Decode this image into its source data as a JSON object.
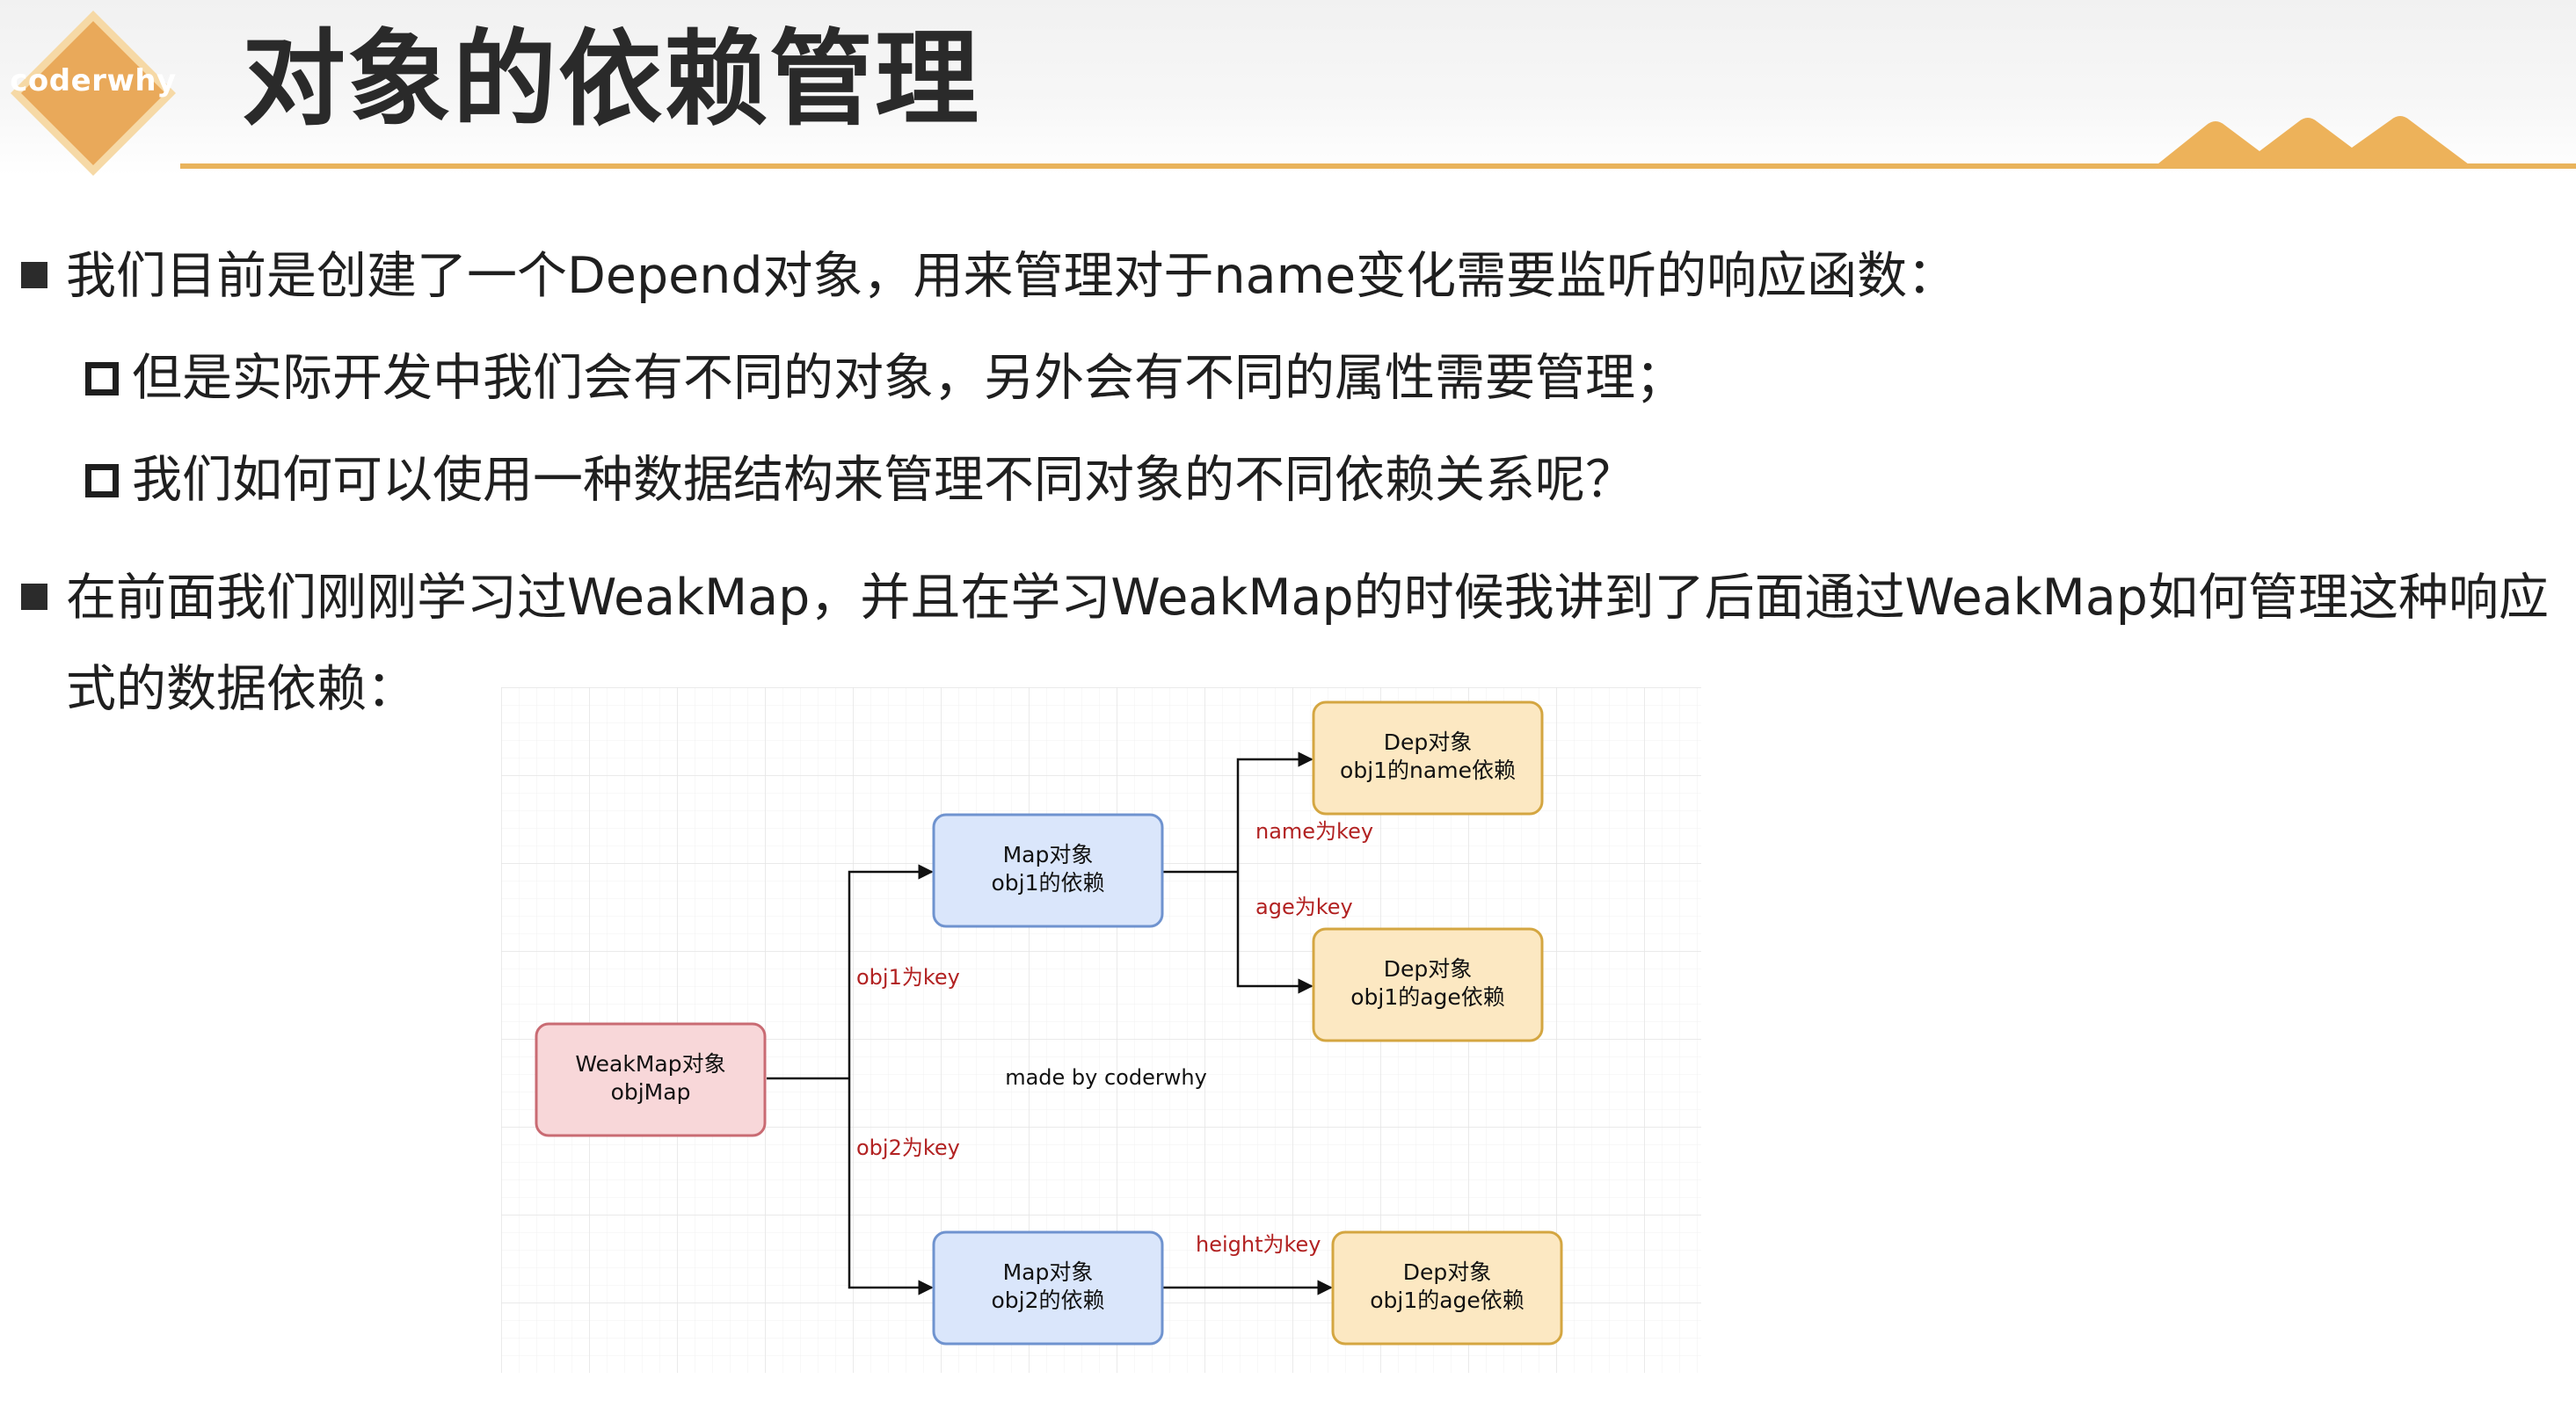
{
  "header": {
    "logo_text": "coderwhy",
    "title": "对象的依赖管理"
  },
  "bullets": [
    {
      "level": 1,
      "text": "我们目前是创建了一个Depend对象，用来管理对于name变化需要监听的响应函数："
    },
    {
      "level": 2,
      "text": "但是实际开发中我们会有不同的对象，另外会有不同的属性需要管理；"
    },
    {
      "level": 2,
      "text": "我们如何可以使用一种数据结构来管理不同对象的不同依赖关系呢？"
    },
    {
      "level": 1,
      "text": "在前面我们刚刚学习过WeakMap，并且在学习WeakMap的时候我讲到了后面通过WeakMap如何管理这种响应",
      "continuation": "式的数据依赖："
    }
  ],
  "diagram": {
    "nodes": {
      "weakmap": {
        "line1": "WeakMap对象",
        "line2": "objMap",
        "color": "pink"
      },
      "map1": {
        "line1": "Map对象",
        "line2": "obj1的依赖",
        "color": "blue"
      },
      "map2": {
        "line1": "Map对象",
        "line2": "obj2的依赖",
        "color": "blue"
      },
      "dep_name": {
        "line1": "Dep对象",
        "line2": "obj1的name依赖",
        "color": "yellow"
      },
      "dep_age": {
        "line1": "Dep对象",
        "line2": "obj1的age依赖",
        "color": "yellow"
      },
      "dep_height": {
        "line1": "Dep对象",
        "line2": "obj1的age依赖",
        "color": "yellow"
      }
    },
    "edge_labels": {
      "obj1": "obj1为key",
      "obj2": "obj2为key",
      "name": "name为key",
      "age": "age为key",
      "height": "height为key"
    },
    "watermark": "made by coderwhy"
  },
  "colors": {
    "accent": "#e9b35c",
    "edge_label": "#b22222",
    "pink_fill": "#f8d7d9",
    "pink_stroke": "#c96b73",
    "blue_fill": "#dae6fb",
    "blue_stroke": "#6f93cf",
    "yellow_fill": "#fce8c2",
    "yellow_stroke": "#d4a641"
  }
}
